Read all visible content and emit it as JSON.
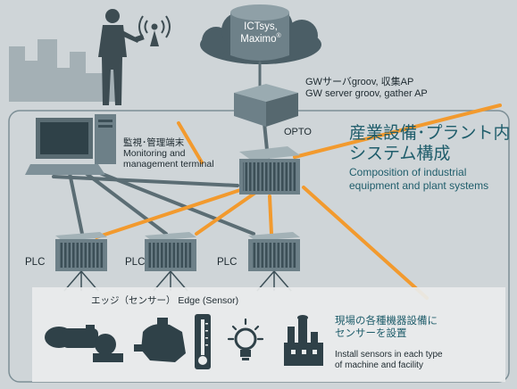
{
  "cloud": {
    "line1": "ICTsys,",
    "line2": "Maximo",
    "mark": "®"
  },
  "gateway": {
    "label_ja": "GWサーバgroov, 収集AP",
    "label_en": "GW server groov, gather AP"
  },
  "opto": {
    "label": "OPTO"
  },
  "terminal": {
    "label_ja": "監視･管理端末",
    "label_en1": "Monitoring and",
    "label_en2": "management terminal"
  },
  "title": {
    "ja_line1": "産業設備･プラント内",
    "ja_line2": "システム構成",
    "en_line1": "Composition of industrial",
    "en_line2": "equipment and plant systems"
  },
  "plcs": [
    "PLC",
    "PLC",
    "PLC"
  ],
  "edge": {
    "label": "エッジ（センサー） Edge (Sensor)"
  },
  "sensors": {
    "ja_line1": "現場の各種機器設備に",
    "ja_line2": "センサーを設置",
    "en_line1": "Install sensors in each type",
    "en_line2": "of machine and facility"
  },
  "colors": {
    "background": "#cfd5d8",
    "cloud": "#4b5e66",
    "device": "#6d8088",
    "orange_link": "#f29a2e",
    "gray_link": "#5b6d74",
    "title_text": "#1f5d6b",
    "sensor_panel": "#e9ecec",
    "silhouette": "#2f4148"
  },
  "icons": [
    "city-skyline-icon",
    "person-with-tablet-icon",
    "wireless-antenna-icon",
    "cloud-icon",
    "gateway-server-icon",
    "desktop-computer-icon",
    "opto-controller-icon",
    "plc-icon",
    "pump-machine-icon",
    "compressor-machine-icon",
    "thermometer-icon",
    "light-bulb-icon",
    "factory-icon"
  ]
}
